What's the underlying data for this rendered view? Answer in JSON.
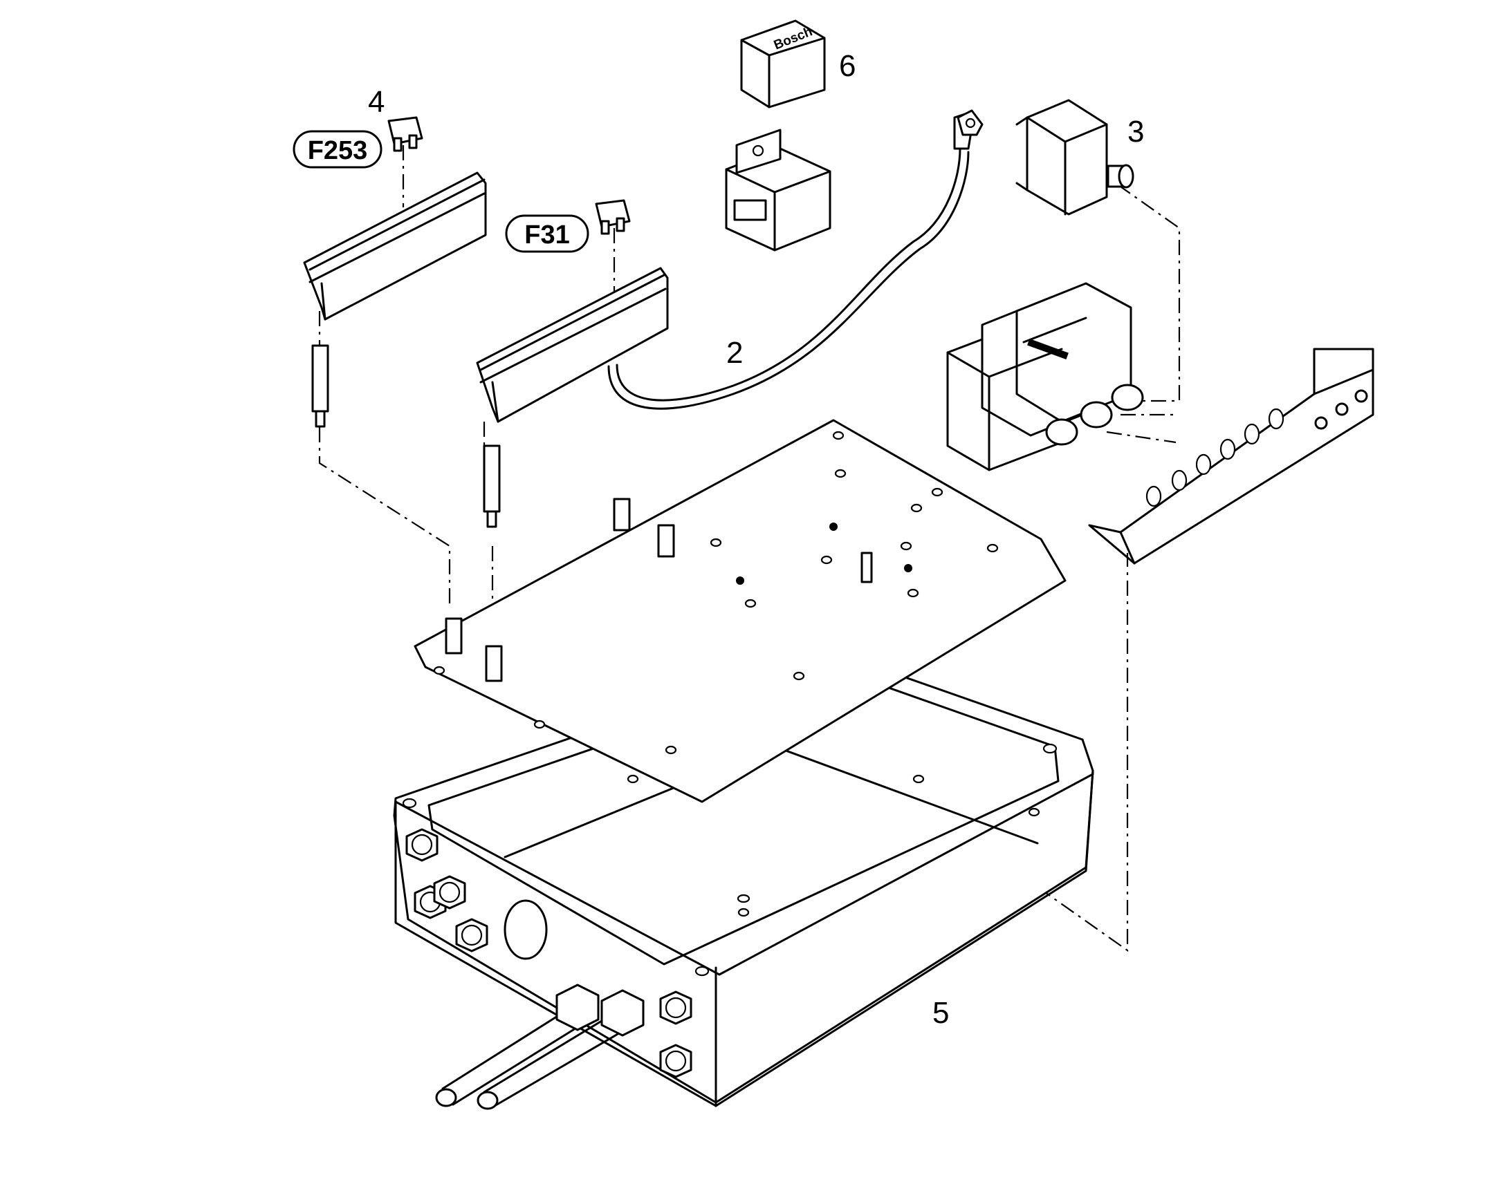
{
  "diagram": {
    "part_numbers": [
      {
        "id": "2",
        "label": "2"
      },
      {
        "id": "3",
        "label": "3"
      },
      {
        "id": "4",
        "label": "4"
      },
      {
        "id": "5",
        "label": "5"
      },
      {
        "id": "6",
        "label": "6"
      }
    ],
    "callouts": {
      "fuse_f253": "F253",
      "fuse_f31": "F31"
    },
    "relay_brand": "Bosch"
  }
}
